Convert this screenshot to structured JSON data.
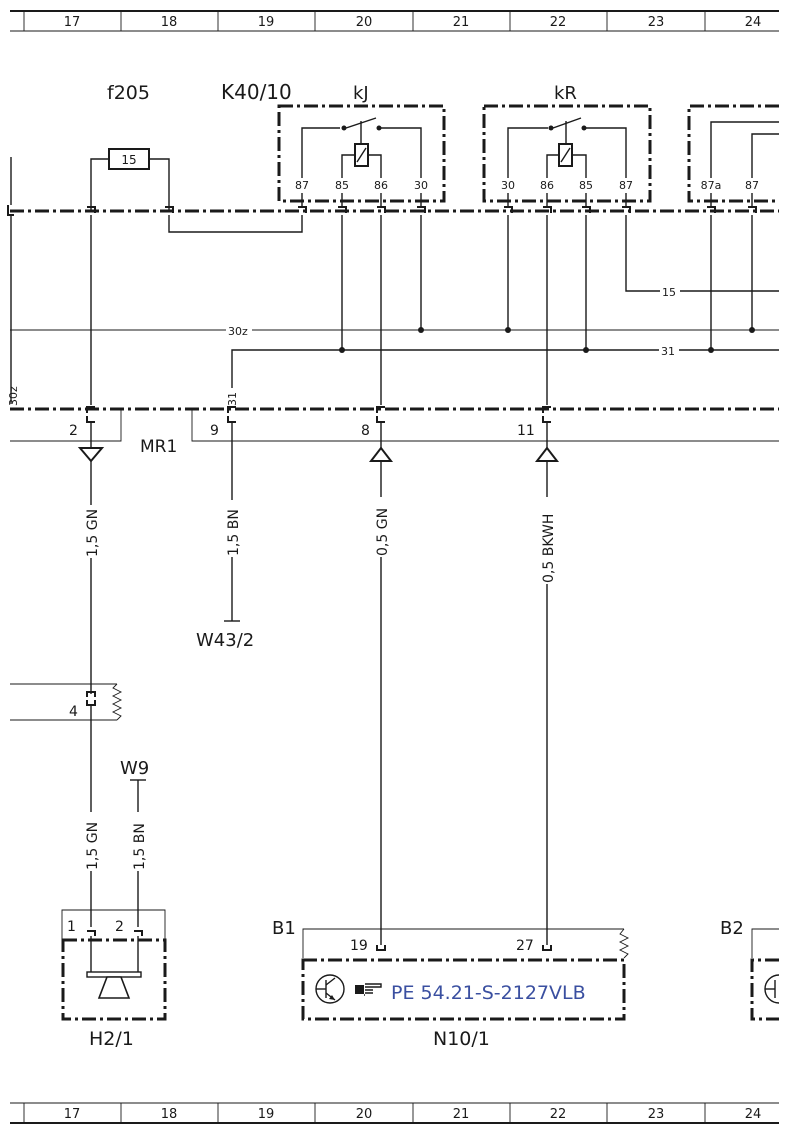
{
  "grid": {
    "columns": [
      "17",
      "18",
      "19",
      "20",
      "21",
      "22",
      "23",
      "24"
    ]
  },
  "components": {
    "fuse_name": "f205",
    "fuse_value": "15",
    "relay_module": "K40/10",
    "relay_kj": "kJ",
    "relay_kr": "kR",
    "connector_mr1": "MR1",
    "ground_w43_2": "W43/2",
    "ground_w9": "W9",
    "horn": "H2/1",
    "module_n10_1": "N10/1",
    "b1": "B1",
    "b2": "B2",
    "document_ref": "PE 54.21-S-2127VLB"
  },
  "pins": {
    "kj": [
      "87",
      "85",
      "86",
      "30"
    ],
    "kr": [
      "30",
      "86",
      "85",
      "87"
    ],
    "third": [
      "87a",
      "87"
    ],
    "mr1_2": "2",
    "mr1_9": "9",
    "mr1_8": "8",
    "mr1_11": "11",
    "p4": "4",
    "h1": "1",
    "h2": "2",
    "n19": "19",
    "n27": "27"
  },
  "buses": {
    "b30z": "30z",
    "b31": "31",
    "b15": "15",
    "left30z": "30z",
    "v31": "31"
  },
  "wires": {
    "w_15gn_a": "1,5 GN",
    "w_15bn_a": "1,5 BN",
    "w_05gn": "0,5 GN",
    "w_05bkwh": "0,5 BKWH",
    "w_15gn_b": "1,5 GN",
    "w_15bn_b": "1,5 BN"
  }
}
